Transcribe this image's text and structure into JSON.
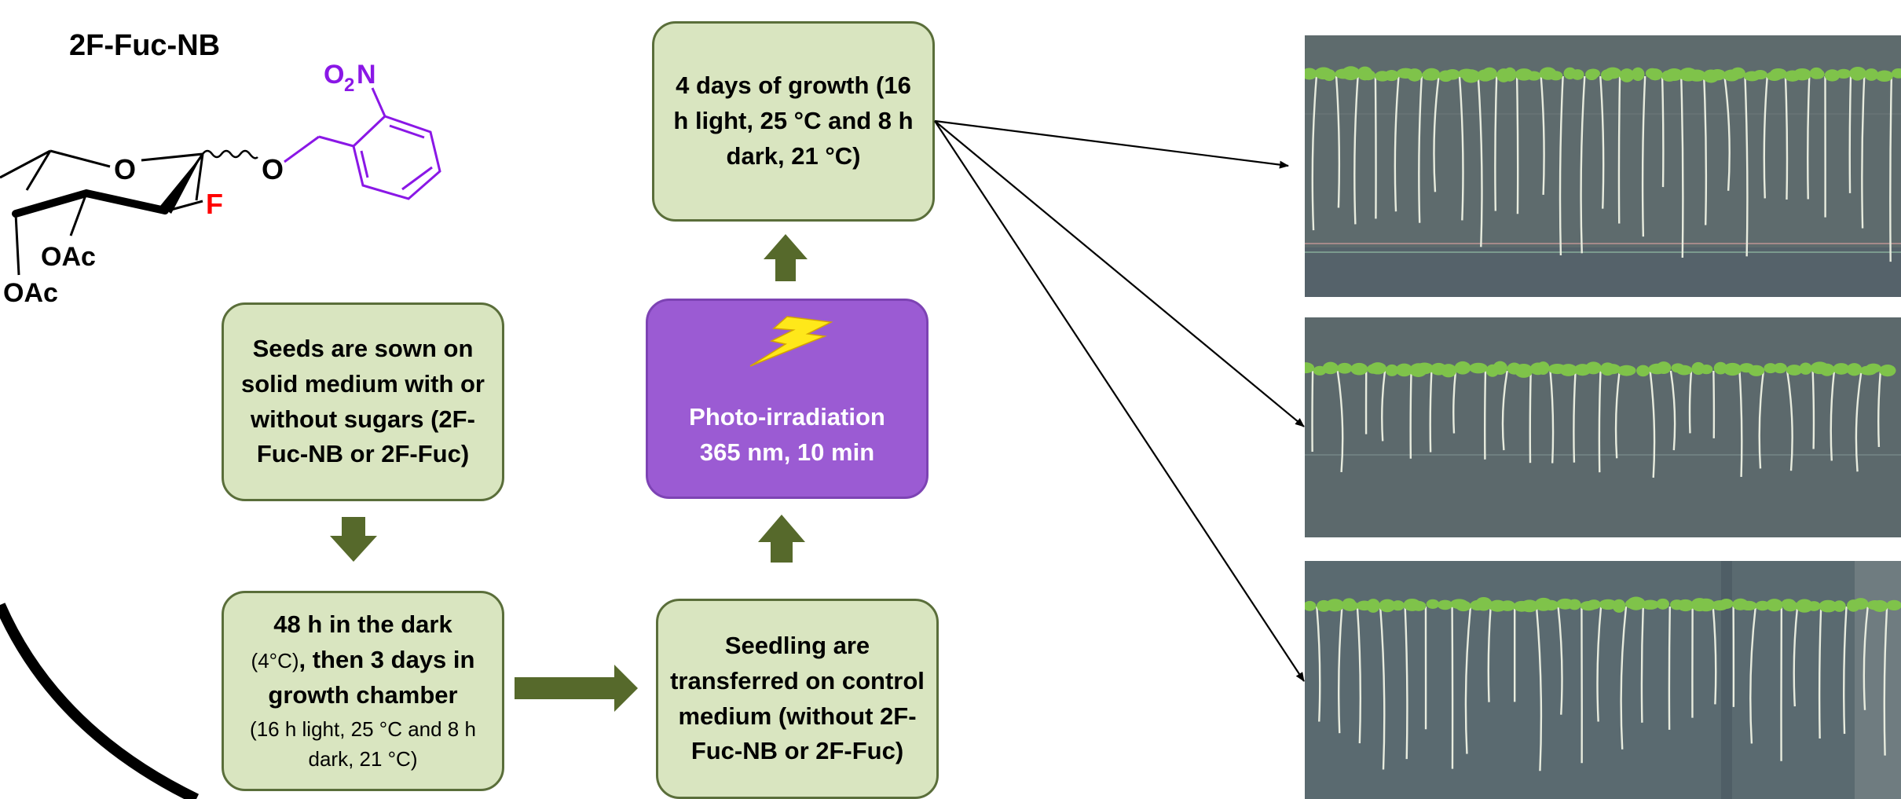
{
  "compound": {
    "title": "2F-Fuc-NB",
    "atoms": {
      "nitro_o": "O",
      "nitro_sub": "2",
      "nitro_n": "N",
      "ring_o": "O",
      "ether_o": "O",
      "fluorine": "F",
      "oac_1": "OAc",
      "oac_2": "OAc"
    }
  },
  "steps": {
    "sow": "Seeds are sown on solid medium with or without sugars (2F-Fuc-NB or 2F-Fuc)",
    "dark_bold_1": "48 h in the dark",
    "dark_small_1": "(4°C)",
    "dark_bold_2": ", then 3 days in growth chamber",
    "dark_small_2": "(16 h light, 25 °C and 8 h dark, 21 °C)",
    "transfer": "Seedling are transferred on control medium (without 2F-Fuc-NB or 2F-Fuc)",
    "irradiation_line1": "Photo-irradiation",
    "irradiation_line2": "365 nm, 10 min",
    "growth": "4 days of growth (16 h light, 25 °C and  8 h dark, 21 °C)"
  },
  "icons": [
    "lightning-icon",
    "arrow-down-icon",
    "arrow-right-icon",
    "arrow-up-icon"
  ],
  "colors": {
    "box_fill": "#d9e5c0",
    "box_border": "#5a6e3a",
    "arrow": "#56692b",
    "irradiation_fill": "#9b5bd3",
    "nitrobenzyl": "#8a17e6",
    "fluorine": "#ff0000",
    "lightning": "#ffe81a"
  }
}
